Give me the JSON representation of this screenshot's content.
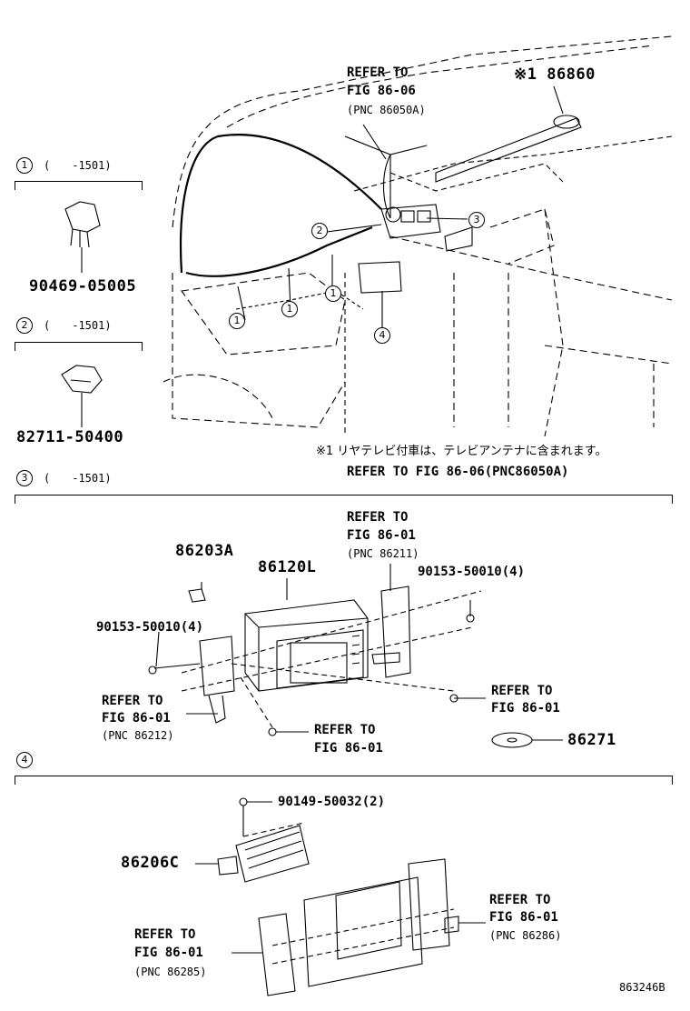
{
  "sections": {
    "s1": {
      "marker": "1",
      "range": "(　　-1501)",
      "part": "90469-05005"
    },
    "s2": {
      "marker": "2",
      "range": "(　　-1501)",
      "part": "82711-50400"
    },
    "s3": {
      "marker": "3",
      "range": "(　　-1501)"
    },
    "s4": {
      "marker": "4"
    }
  },
  "overview": {
    "refer_top": [
      "REFER TO",
      "FIG 86-06",
      "(PNC 86050A)"
    ],
    "antenna_part": "※1 86860",
    "callouts": [
      "1",
      "1",
      "1",
      "2",
      "3",
      "4"
    ],
    "note_jp": "※1 リヤテレビ付車は、テレビアンテナに含まれます。",
    "note_refer": "REFER TO FIG 86-06(PNC86050A)"
  },
  "section3": {
    "refer_top": [
      "REFER TO",
      "FIG 86-01",
      "(PNC 86211)"
    ],
    "p86203A": "86203A",
    "p86120L": "86120L",
    "screw_right": "90153-50010(4)",
    "screw_left": "90153-50010(4)",
    "refer_left": [
      "REFER TO",
      "FIG 86-01",
      "(PNC 86212)"
    ],
    "refer_bottom": [
      "REFER TO",
      "FIG 86-01"
    ],
    "refer_right": [
      "REFER TO",
      "FIG 86-01"
    ],
    "disc_part": "86271"
  },
  "section4": {
    "screw": "90149-50032(2)",
    "amp_part": "86206C",
    "refer_left": [
      "REFER TO",
      "FIG 86-01",
      "(PNC 86285)"
    ],
    "refer_right": [
      "REFER TO",
      "FIG 86-01",
      "(PNC 86286)"
    ]
  },
  "figure_id": "863246B"
}
